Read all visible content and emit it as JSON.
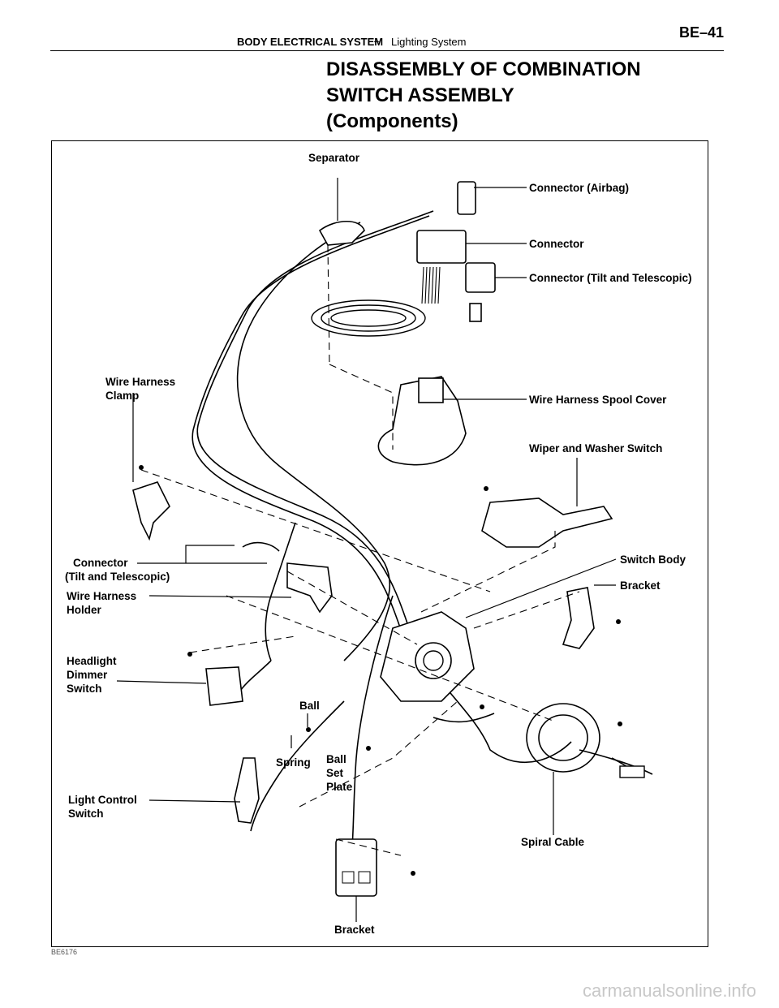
{
  "header": {
    "section": "BODY ELECTRICAL SYSTEM",
    "separator": "–",
    "topic": "Lighting System",
    "page": "BE–41"
  },
  "title": {
    "line1": "DISASSEMBLY OF COMBINATION",
    "line2": "SWITCH ASSEMBLY",
    "line3": "(Components)"
  },
  "labels": {
    "separator": "Separator",
    "connector_airbag": "Connector (Airbag)",
    "connector": "Connector",
    "connector_tilt": "Connector (Tilt and Telescopic)",
    "wire_harness_clamp_1": "Wire Harness",
    "wire_harness_clamp_2": "Clamp",
    "spool_cover": "Wire Harness Spool Cover",
    "wiper_switch": "Wiper and Washer Switch",
    "connector_tilt_left_1": "Connector",
    "connector_tilt_left_2": "(Tilt and Telescopic)",
    "switch_body": "Switch Body",
    "bracket_right": "Bracket",
    "harness_holder_1": "Wire Harness",
    "harness_holder_2": "Holder",
    "headlight_1": "Headlight",
    "headlight_2": "Dimmer",
    "headlight_3": "Switch",
    "ball": "Ball",
    "spring": "Spring",
    "ball_set_1": "Ball",
    "ball_set_2": "Set",
    "ball_set_3": "Plate",
    "light_control_1": "Light Control",
    "light_control_2": "Switch",
    "spiral_cable": "Spiral Cable",
    "bracket_bottom": "Bracket"
  },
  "figure_code": "BE6176",
  "watermark": "carmanualsonline.info"
}
